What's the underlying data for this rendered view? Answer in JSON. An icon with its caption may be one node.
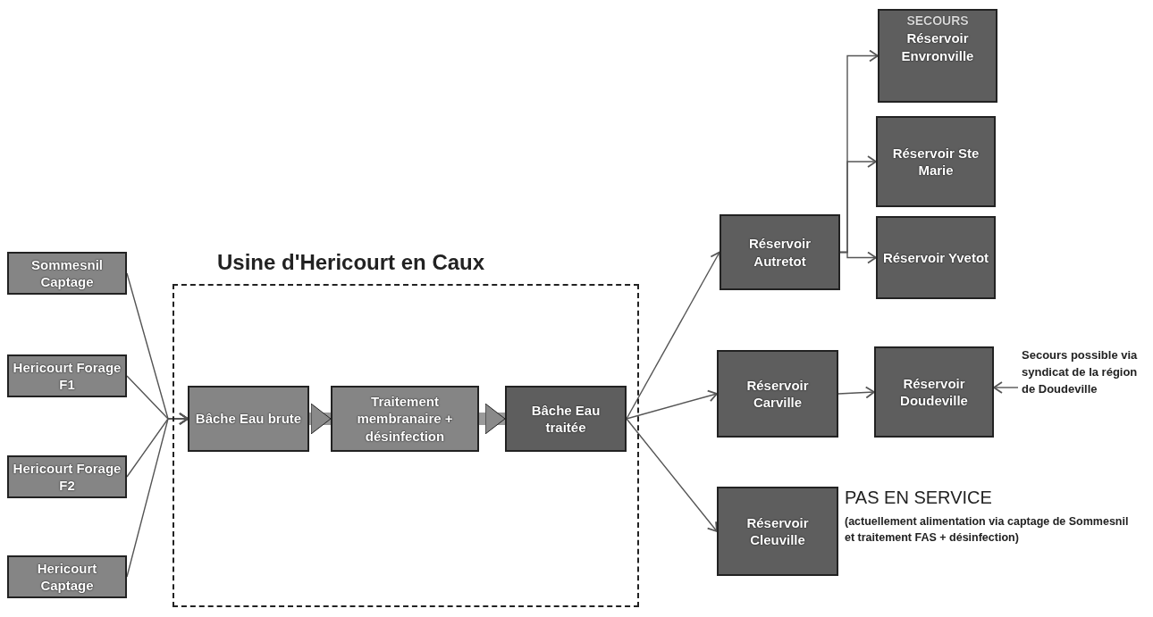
{
  "diagram": {
    "nodes": [
      {
        "text": [
          "Sommesnil Captage"
        ]
      },
      {
        "text": [
          "Hericourt Forage F1"
        ]
      },
      {
        "text": [
          "Hericourt Forage F2"
        ]
      },
      {
        "text": [
          "Hericourt Captage"
        ]
      },
      {
        "text": [
          "Usine d'Hericourt en Caux"
        ]
      },
      {
        "text": [
          "Bâche Eau brute"
        ],
        "in": 4
      },
      {
        "text": [
          "Traitement membranaire + désinfection"
        ],
        "in": 4
      },
      {
        "text": [
          "Bâche Eau traitée"
        ],
        "in": 4
      },
      {
        "text": [
          "Réservoir Autretot"
        ]
      },
      {
        "text": [
          "Réservoir Carville"
        ]
      },
      {
        "text": [
          "Réservoir Cleuville"
        ],
        "beside": [
          "PAS EN SERVICE",
          "(actuellement alimentation via captage de Sommesnil et traitement FAS + désinfection)"
        ]
      },
      {
        "text": [
          "SECOURS",
          "Réservoir Envronville"
        ]
      },
      {
        "text": [
          "Réservoir Ste Marie"
        ]
      },
      {
        "text": [
          "Réservoir Yvetot"
        ]
      },
      {
        "text": [
          "Réservoir Doudeville"
        ]
      },
      {
        "text": [
          "Secours possible via syndicat de la région de Doudeville"
        ]
      }
    ],
    "edges": [
      {
        "from": 0,
        "to": 5,
        "arrow": "to"
      },
      {
        "from": 1,
        "to": 5,
        "arrow": "to"
      },
      {
        "from": 2,
        "to": 5,
        "arrow": "to"
      },
      {
        "from": 3,
        "to": 5,
        "arrow": "to"
      },
      {
        "from": 5,
        "to": 6,
        "arrow": "to",
        "style": "thick"
      },
      {
        "from": 6,
        "to": 7,
        "arrow": "to",
        "style": "thick"
      },
      {
        "from": 7,
        "to": 8,
        "arrow": "to"
      },
      {
        "from": 7,
        "to": 9,
        "arrow": "to"
      },
      {
        "from": 7,
        "to": 10,
        "arrow": "to"
      },
      {
        "from": 8,
        "to": 11,
        "arrow": "to"
      },
      {
        "from": 8,
        "to": 12,
        "arrow": "to"
      },
      {
        "from": 8,
        "to": 13,
        "arrow": "to"
      },
      {
        "from": 9,
        "to": 14,
        "arrow": "to"
      },
      {
        "from": 15,
        "to": 14,
        "arrow": "to"
      }
    ]
  }
}
